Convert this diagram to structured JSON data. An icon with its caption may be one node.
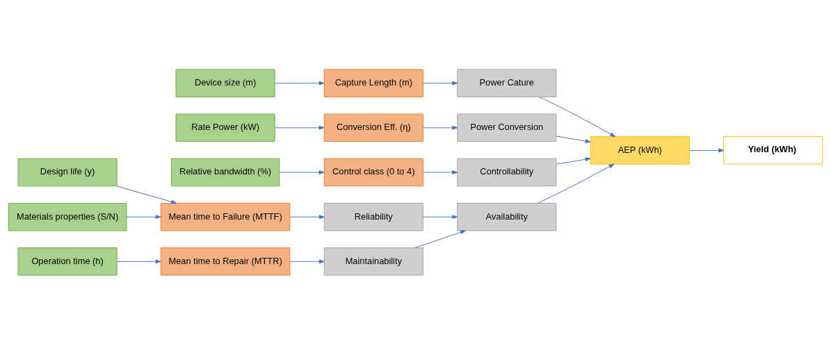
{
  "diagram": {
    "nodes": [
      {
        "text": [
          "Device size (m)"
        ]
      },
      {
        "text": [
          "Capture Length (m)"
        ]
      },
      {
        "text": [
          "Power Cature"
        ]
      },
      {
        "text": [
          "Rate Power (kW)"
        ]
      },
      {
        "text": [
          "Conversion Eff. (η)"
        ]
      },
      {
        "text": [
          "Power Conversion"
        ]
      },
      {
        "text": [
          "AEP (kWh)"
        ]
      },
      {
        "text": [
          "Yield (kWh)"
        ]
      },
      {
        "text": [
          "Relative bandwidth (%)"
        ]
      },
      {
        "text": [
          "Control class (0 to 4)"
        ]
      },
      {
        "text": [
          "Controllability"
        ]
      },
      {
        "text": [
          "Design life (y)"
        ]
      },
      {
        "text": [
          "Mean time to Failure (MTTF)"
        ]
      },
      {
        "text": [
          "Reliability"
        ]
      },
      {
        "text": [
          "Materials properties (S/N)"
        ]
      },
      {
        "text": [
          "Availability"
        ]
      },
      {
        "text": [
          "Mean time to Repair (MTTR)"
        ]
      },
      {
        "text": [
          "Maintainability"
        ]
      },
      {
        "text": [
          "Operation time (h)"
        ]
      }
    ],
    "edges": [
      {
        "from": 0,
        "to": 1,
        "arrow": "to"
      },
      {
        "from": 1,
        "to": 2,
        "arrow": "to"
      },
      {
        "from": 2,
        "to": 6,
        "arrow": "to"
      },
      {
        "from": 3,
        "to": 4,
        "arrow": "to"
      },
      {
        "from": 4,
        "to": 5,
        "arrow": "to"
      },
      {
        "from": 5,
        "to": 6,
        "arrow": "to"
      },
      {
        "from": 6,
        "to": 7,
        "arrow": "to"
      },
      {
        "from": 8,
        "to": 9,
        "arrow": "to"
      },
      {
        "from": 9,
        "to": 10,
        "arrow": "to"
      },
      {
        "from": 10,
        "to": 6,
        "arrow": "to"
      },
      {
        "from": 11,
        "to": 12,
        "arrow": "to"
      },
      {
        "from": 14,
        "to": 12,
        "arrow": "to"
      },
      {
        "from": 12,
        "to": 13,
        "arrow": "to"
      },
      {
        "from": 13,
        "to": 15,
        "arrow": "to"
      },
      {
        "from": 16,
        "to": 17,
        "arrow": "to"
      },
      {
        "from": 17,
        "to": 15,
        "arrow": "to"
      },
      {
        "from": 18,
        "to": 16,
        "arrow": "to"
      },
      {
        "from": 15,
        "to": 6,
        "arrow": "to"
      }
    ]
  }
}
